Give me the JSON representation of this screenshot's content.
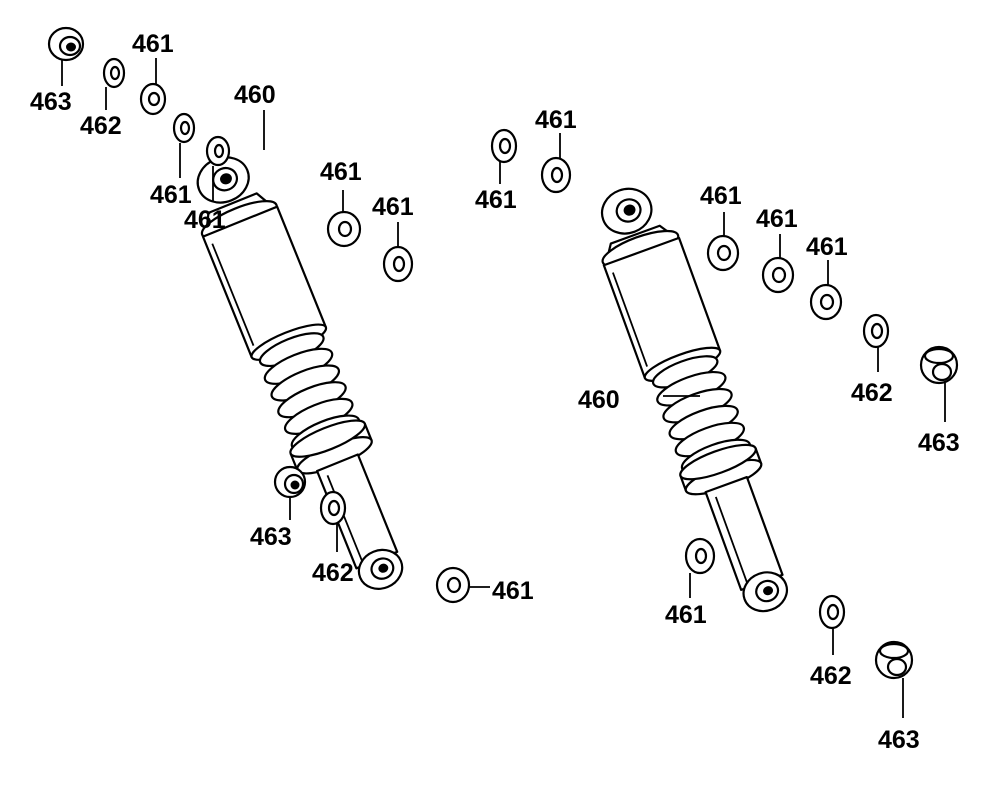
{
  "diagram": {
    "parts": [
      {
        "id": "shock-absorber",
        "label": "460"
      },
      {
        "id": "washer",
        "label": "461"
      },
      {
        "id": "spring-washer",
        "label": "462"
      },
      {
        "id": "cap-nut",
        "label": "463"
      }
    ],
    "callouts": [
      "463",
      "462",
      "461",
      "460",
      "461",
      "461",
      "461",
      "461",
      "461",
      "461",
      "461",
      "461",
      "461",
      "462",
      "463",
      "463",
      "462",
      "461",
      "460",
      "461",
      "462",
      "463"
    ]
  }
}
